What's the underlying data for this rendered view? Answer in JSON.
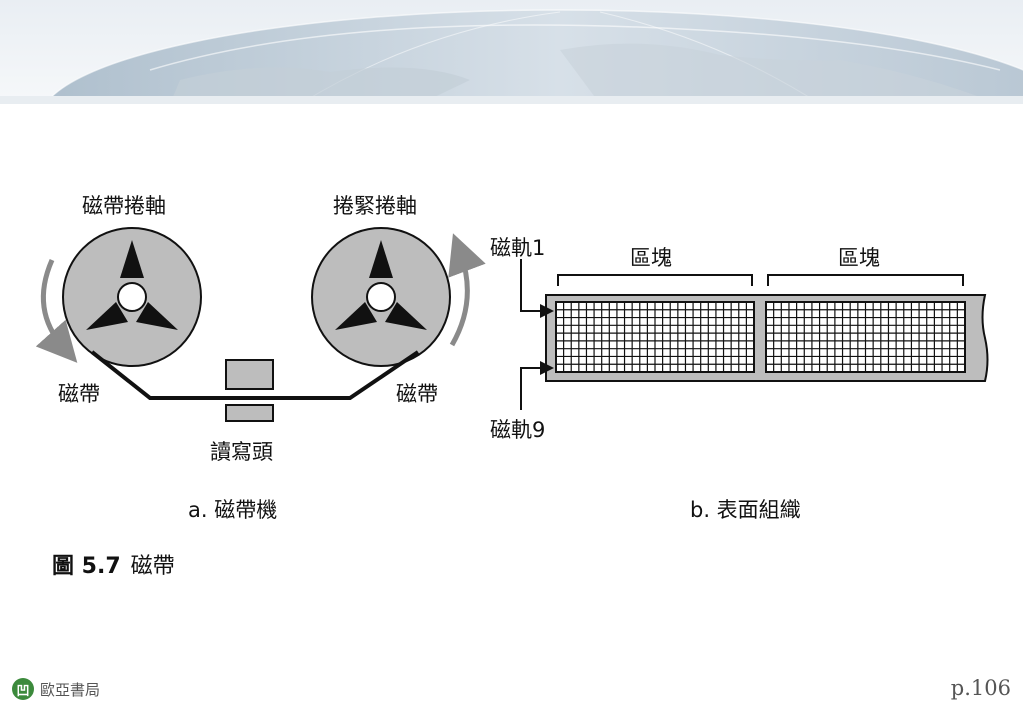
{
  "diagram_a": {
    "supply_reel_label": "磁帶捲軸",
    "takeup_reel_label": "捲緊捲軸",
    "tape_left_label": "磁帶",
    "tape_right_label": "磁帶",
    "head_label": "讀寫頭",
    "caption": "a. 磁帶機"
  },
  "diagram_b": {
    "track_first_label": "磁軌1",
    "track_last_label": "磁軌9",
    "block_labels": [
      "區塊",
      "區塊"
    ],
    "caption": "b. 表面組織"
  },
  "figure": {
    "number": "圖 5.7",
    "title": "磁帶"
  },
  "footer": {
    "publisher": "歐亞書局",
    "page": "p.106"
  },
  "colors": {
    "reel_fill": "#bdbdbd",
    "arrow_gray": "#8a8a8a",
    "head_fill": "#bdbdbd",
    "logo_green": "#3c8a3c"
  }
}
